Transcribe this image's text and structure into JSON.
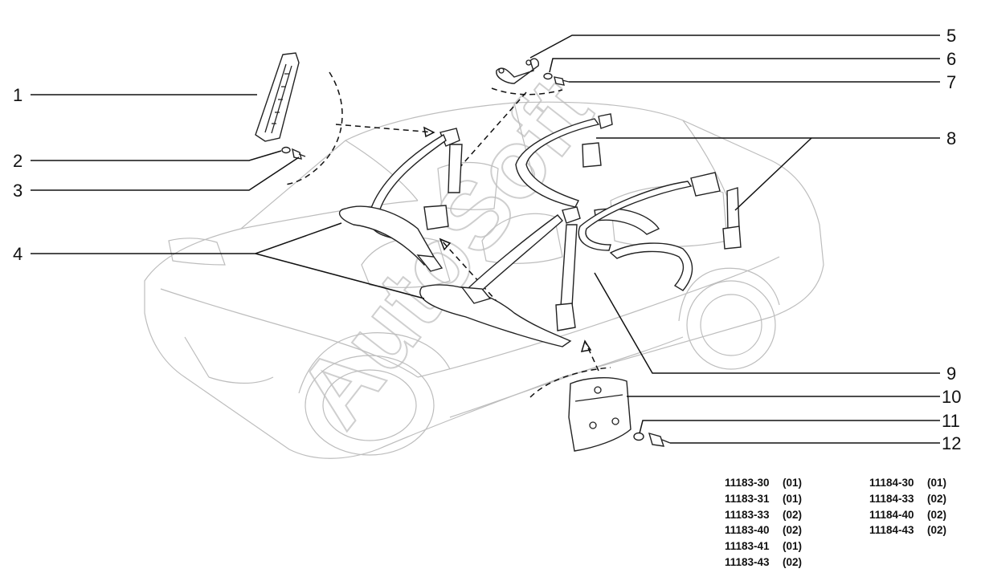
{
  "callouts": [
    "1",
    "2",
    "3",
    "4",
    "5",
    "6",
    "7",
    "8",
    "9",
    "10",
    "11",
    "12"
  ],
  "codes_left": [
    {
      "code": "11183-30",
      "variant": "(01)"
    },
    {
      "code": "11183-31",
      "variant": "(01)"
    },
    {
      "code": "11183-33",
      "variant": "(02)"
    },
    {
      "code": "11183-40",
      "variant": "(02)"
    },
    {
      "code": "11183-41",
      "variant": "(01)"
    },
    {
      "code": "11183-43",
      "variant": "(02)"
    }
  ],
  "codes_right": [
    {
      "code": "11184-30",
      "variant": "(01)"
    },
    {
      "code": "11184-33",
      "variant": "(02)"
    },
    {
      "code": "11184-40",
      "variant": "(02)"
    },
    {
      "code": "11184-43",
      "variant": "(02)"
    }
  ],
  "watermark": "AutoSoft"
}
